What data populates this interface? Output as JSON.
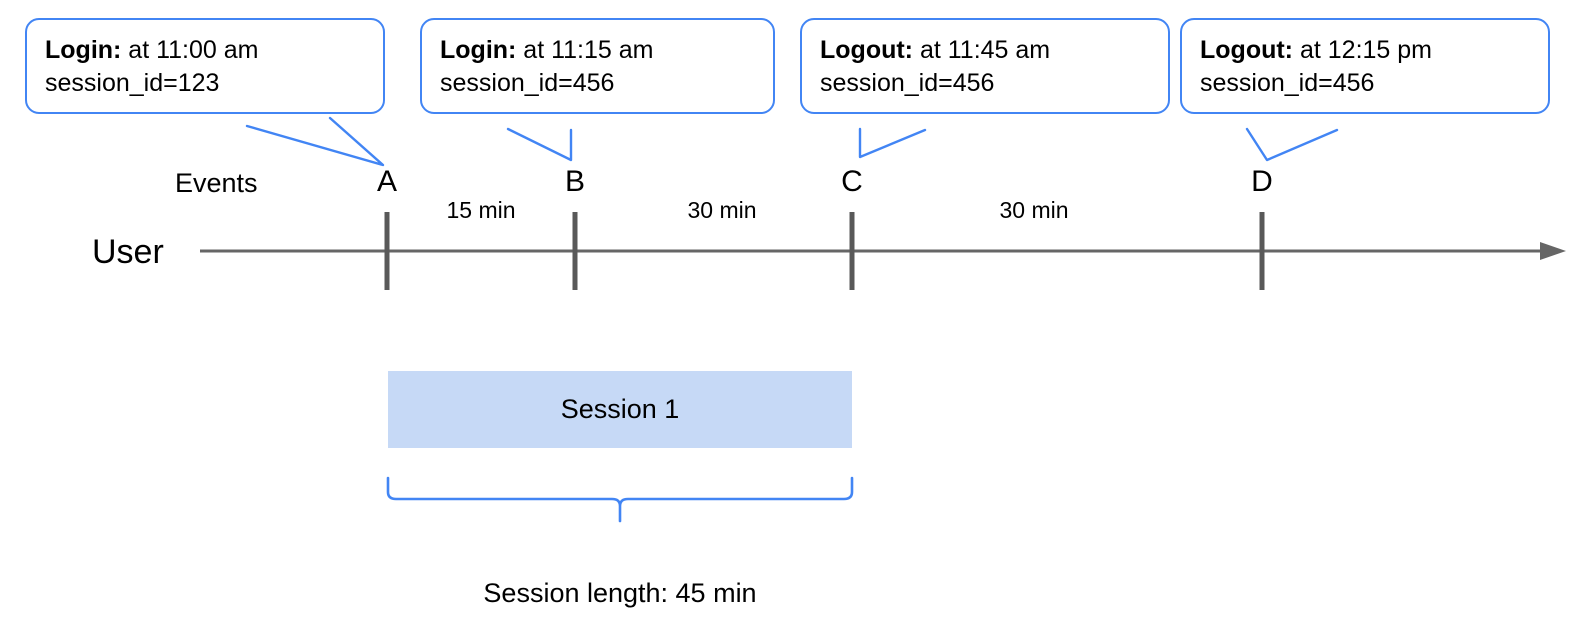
{
  "diagram": {
    "row_labels": {
      "events": "Events",
      "user": "User"
    },
    "events": [
      {
        "key": "A",
        "letter": "A",
        "callout_title": "Login:",
        "callout_time": " at 11:00 am",
        "callout_detail": "session_id=123"
      },
      {
        "key": "B",
        "letter": "B",
        "callout_title": "Login:",
        "callout_time": " at 11:15 am",
        "callout_detail": "session_id=456"
      },
      {
        "key": "C",
        "letter": "C",
        "callout_title": "Logout:",
        "callout_time": " at 11:45 am",
        "callout_detail": "session_id=456"
      },
      {
        "key": "D",
        "letter": "D",
        "callout_title": "Logout:",
        "callout_time": " at 12:15 pm",
        "callout_detail": "session_id=456"
      }
    ],
    "durations": [
      {
        "from": "A",
        "to": "B",
        "label": "15 min"
      },
      {
        "from": "B",
        "to": "C",
        "label": "30 min"
      },
      {
        "from": "C",
        "to": "D",
        "label": "30 min"
      }
    ],
    "session": {
      "bar_label": "Session 1",
      "caption": "Session length: 45 min",
      "spans_from": "A",
      "spans_to": "C"
    },
    "colors": {
      "callout_border": "#4285f4",
      "brace": "#4285f4",
      "session_fill": "#c6d9f6",
      "axis": "#666666",
      "tick": "#595959",
      "text": "#000000"
    }
  }
}
